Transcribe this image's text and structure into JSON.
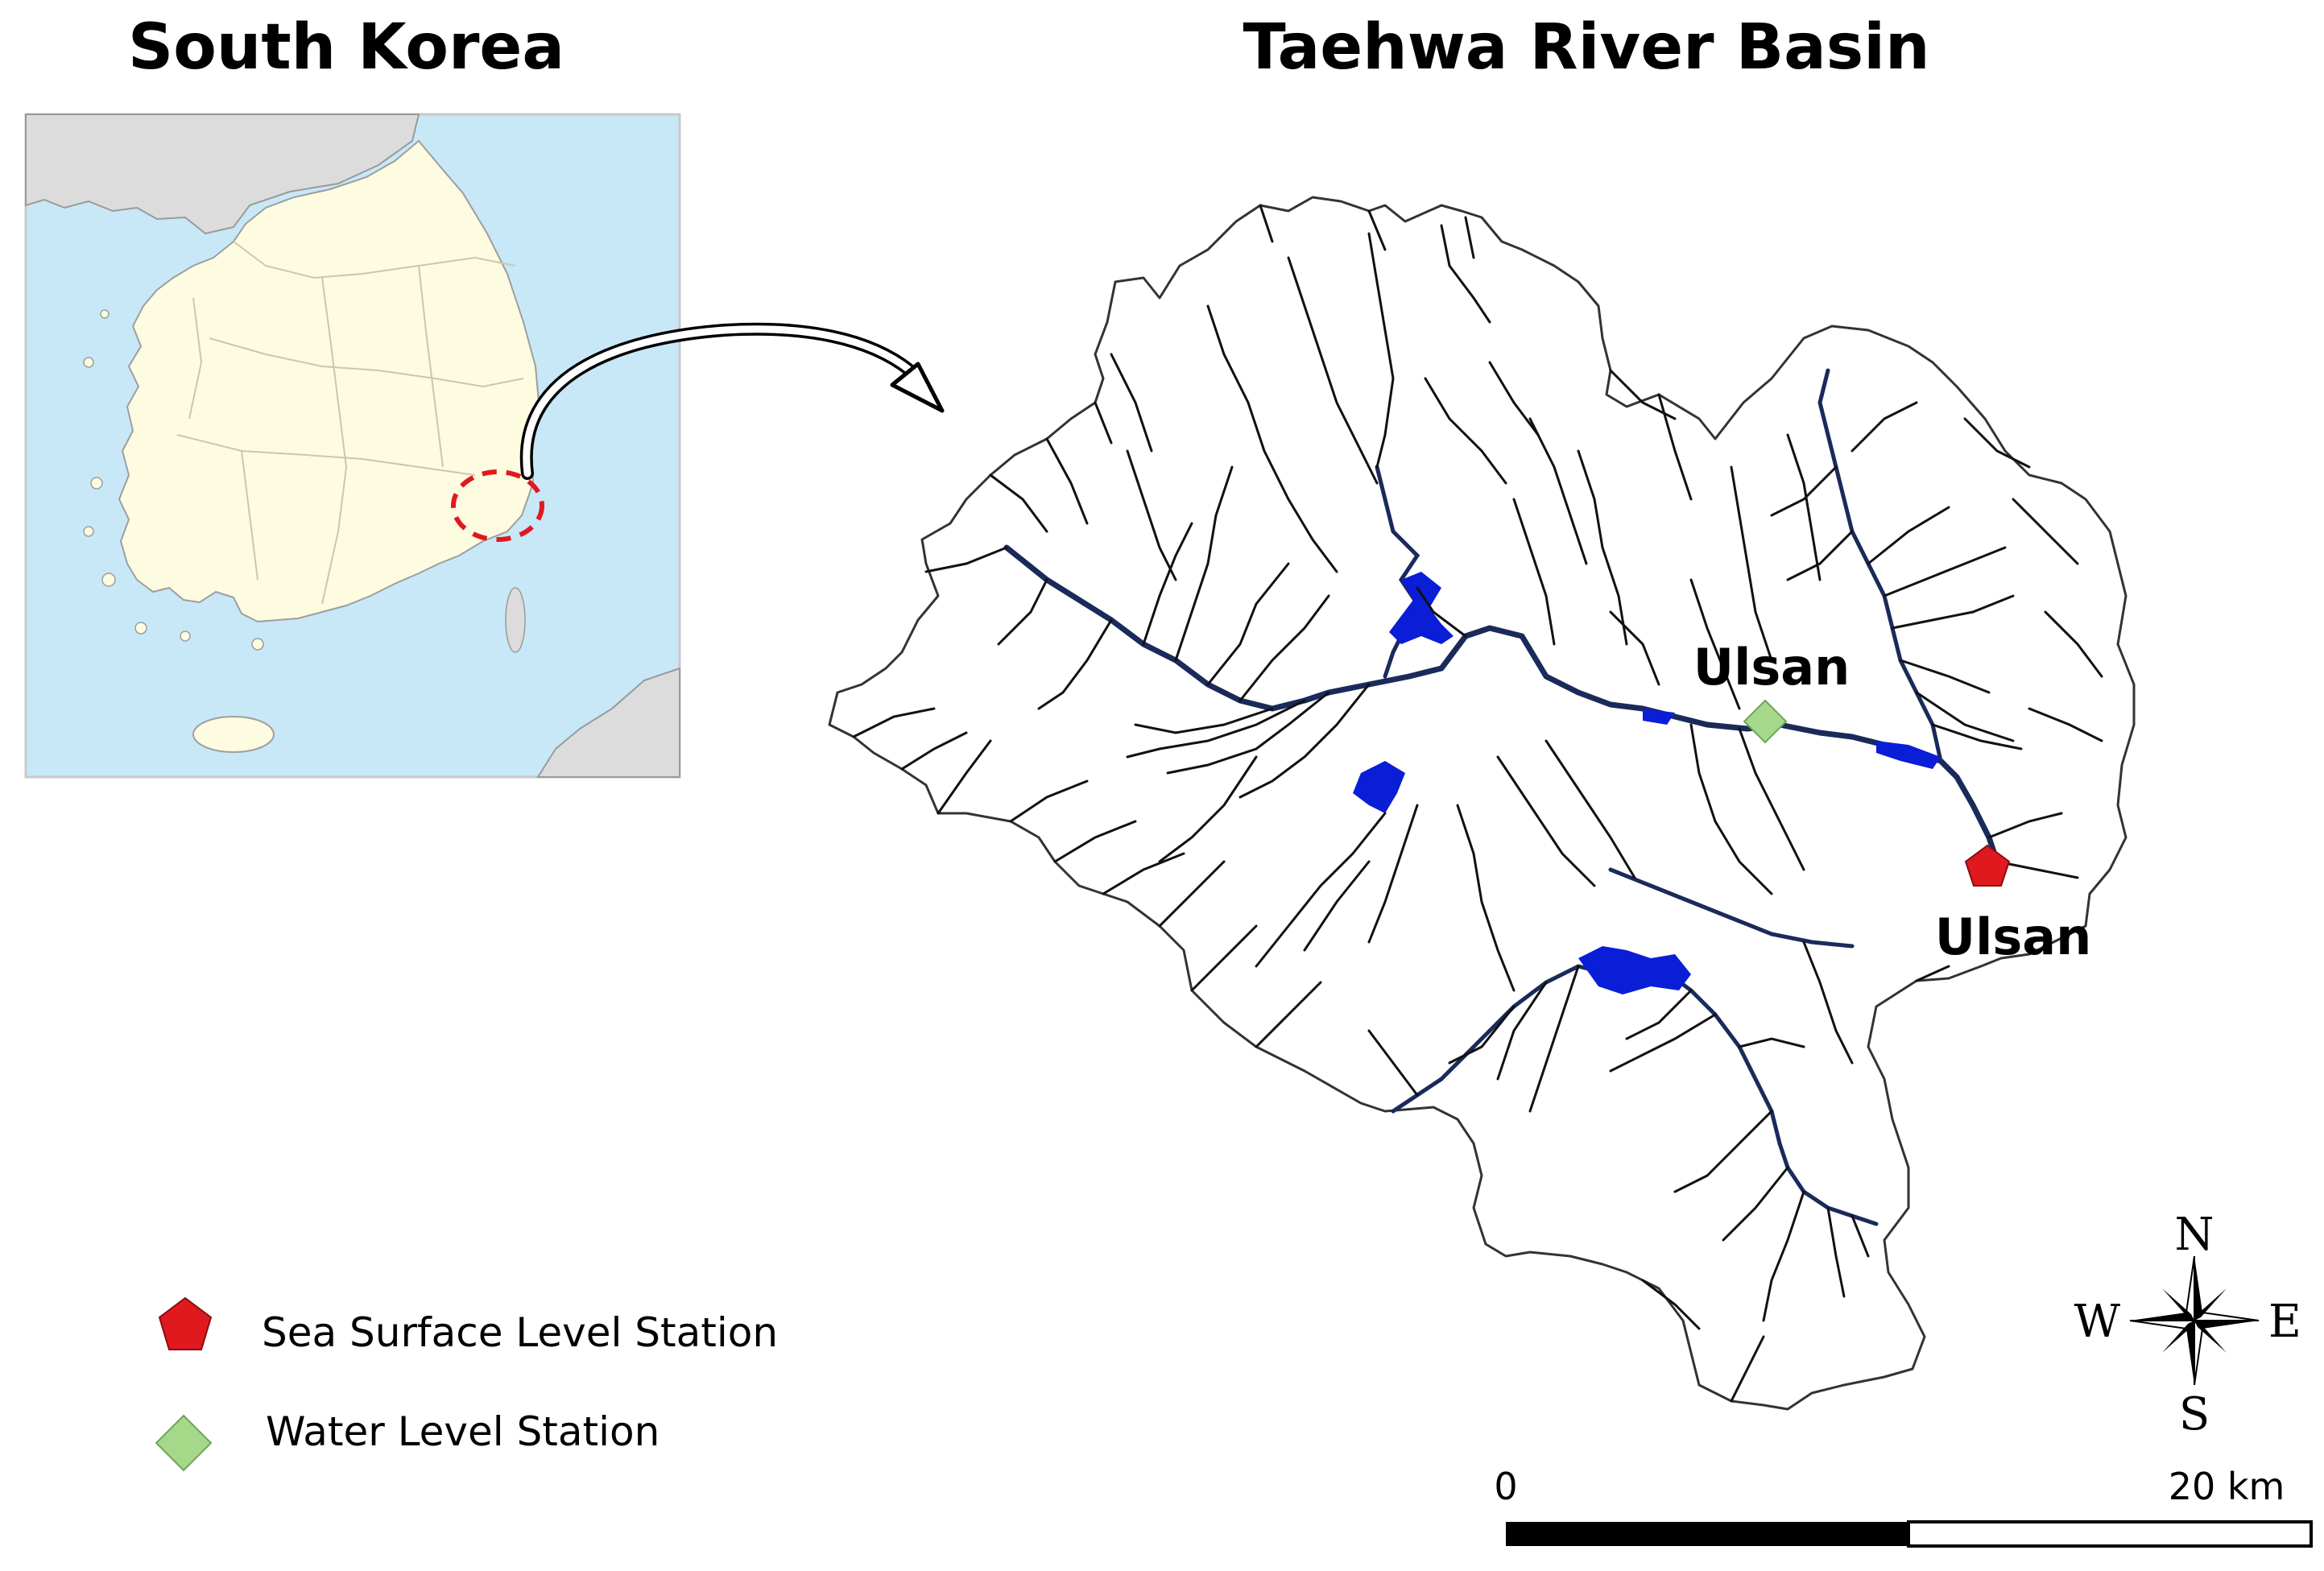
{
  "titles": {
    "inset": "South Korea",
    "main": "Taehwa River Basin"
  },
  "stations": {
    "upper_label": "Ulsan",
    "lower_label": "Ulsan"
  },
  "legend": {
    "items": [
      {
        "label": "Sea Surface Level Station",
        "symbol": "pentagon",
        "color": "#e0191e"
      },
      {
        "label": "Water Level Station",
        "symbol": "diamond",
        "color": "#a6d88a"
      }
    ]
  },
  "scale_bar": {
    "start_label": "0",
    "end_label": "20 km"
  },
  "compass": {
    "n": "N",
    "s": "S",
    "e": "E",
    "w": "W"
  },
  "colors": {
    "sea": "#c8e8f8",
    "land": "#fdfbe0",
    "neighbor_land": "#dcdcdc",
    "river": "#1a2a5a",
    "reservoir": "#0a1ed8",
    "highlight": "#e0191e"
  }
}
